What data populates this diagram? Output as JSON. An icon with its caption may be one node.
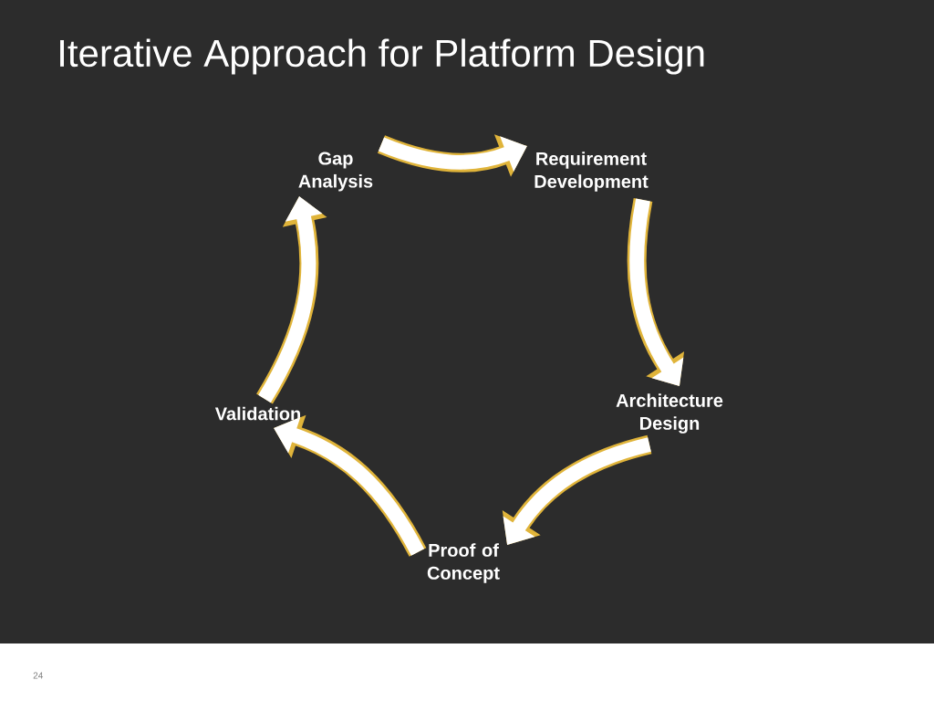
{
  "diagram": {
    "title": "Iterative Approach for Platform Design",
    "nodes": [
      {
        "text": [
          "Gap Analysis"
        ]
      },
      {
        "text": [
          "Requirement Development"
        ]
      },
      {
        "text": [
          "Architecture Design"
        ]
      },
      {
        "text": [
          "Proof of Concept"
        ]
      },
      {
        "text": [
          "Validation"
        ]
      }
    ],
    "edges": [
      {
        "from": 0,
        "to": 1,
        "arrow": "to"
      },
      {
        "from": 1,
        "to": 2,
        "arrow": "to"
      },
      {
        "from": 2,
        "to": 3,
        "arrow": "to"
      },
      {
        "from": 3,
        "to": 4,
        "arrow": "to"
      },
      {
        "from": 4,
        "to": 0,
        "arrow": "to"
      }
    ],
    "labels": [
      "24"
    ]
  }
}
